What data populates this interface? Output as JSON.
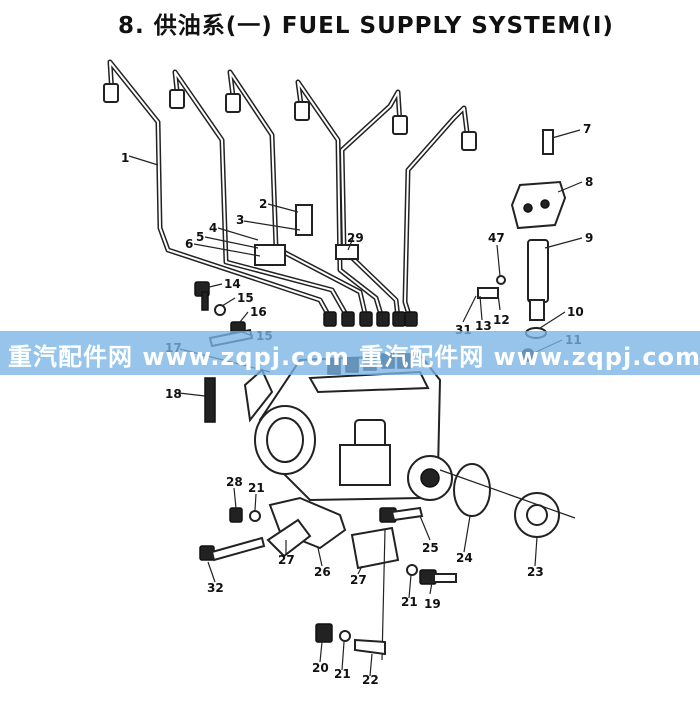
{
  "title": "8. 供油系(一)  FUEL SUPPLY SYSTEM(Ⅰ)",
  "watermark": "重汽配件网  www.zqpj.com  重汽配件网  www.zqpj.com",
  "callouts": [
    {
      "id": "c1",
      "label": "1"
    },
    {
      "id": "c2",
      "label": "2"
    },
    {
      "id": "c3",
      "label": "3"
    },
    {
      "id": "c4",
      "label": "4"
    },
    {
      "id": "c5",
      "label": "5"
    },
    {
      "id": "c6",
      "label": "6"
    },
    {
      "id": "c7",
      "label": "7"
    },
    {
      "id": "c8",
      "label": "8"
    },
    {
      "id": "c9",
      "label": "9"
    },
    {
      "id": "c10",
      "label": "10"
    },
    {
      "id": "c11",
      "label": "11"
    },
    {
      "id": "c12",
      "label": "12"
    },
    {
      "id": "c13",
      "label": "13"
    },
    {
      "id": "c14",
      "label": "14"
    },
    {
      "id": "c15a",
      "label": "15"
    },
    {
      "id": "c15b",
      "label": "15"
    },
    {
      "id": "c16",
      "label": "16"
    },
    {
      "id": "c17",
      "label": "17"
    },
    {
      "id": "c18",
      "label": "18"
    },
    {
      "id": "c19",
      "label": "19"
    },
    {
      "id": "c20",
      "label": "20"
    },
    {
      "id": "c21a",
      "label": "21"
    },
    {
      "id": "c21b",
      "label": "21"
    },
    {
      "id": "c21c",
      "label": "21"
    },
    {
      "id": "c22",
      "label": "22"
    },
    {
      "id": "c23",
      "label": "23"
    },
    {
      "id": "c24",
      "label": "24"
    },
    {
      "id": "c25",
      "label": "25"
    },
    {
      "id": "c26",
      "label": "26"
    },
    {
      "id": "c27a",
      "label": "27"
    },
    {
      "id": "c27b",
      "label": "27"
    },
    {
      "id": "c28",
      "label": "28"
    },
    {
      "id": "c29",
      "label": "29"
    },
    {
      "id": "c31",
      "label": "31"
    },
    {
      "id": "c32",
      "label": "32"
    },
    {
      "id": "c47",
      "label": "47"
    }
  ]
}
